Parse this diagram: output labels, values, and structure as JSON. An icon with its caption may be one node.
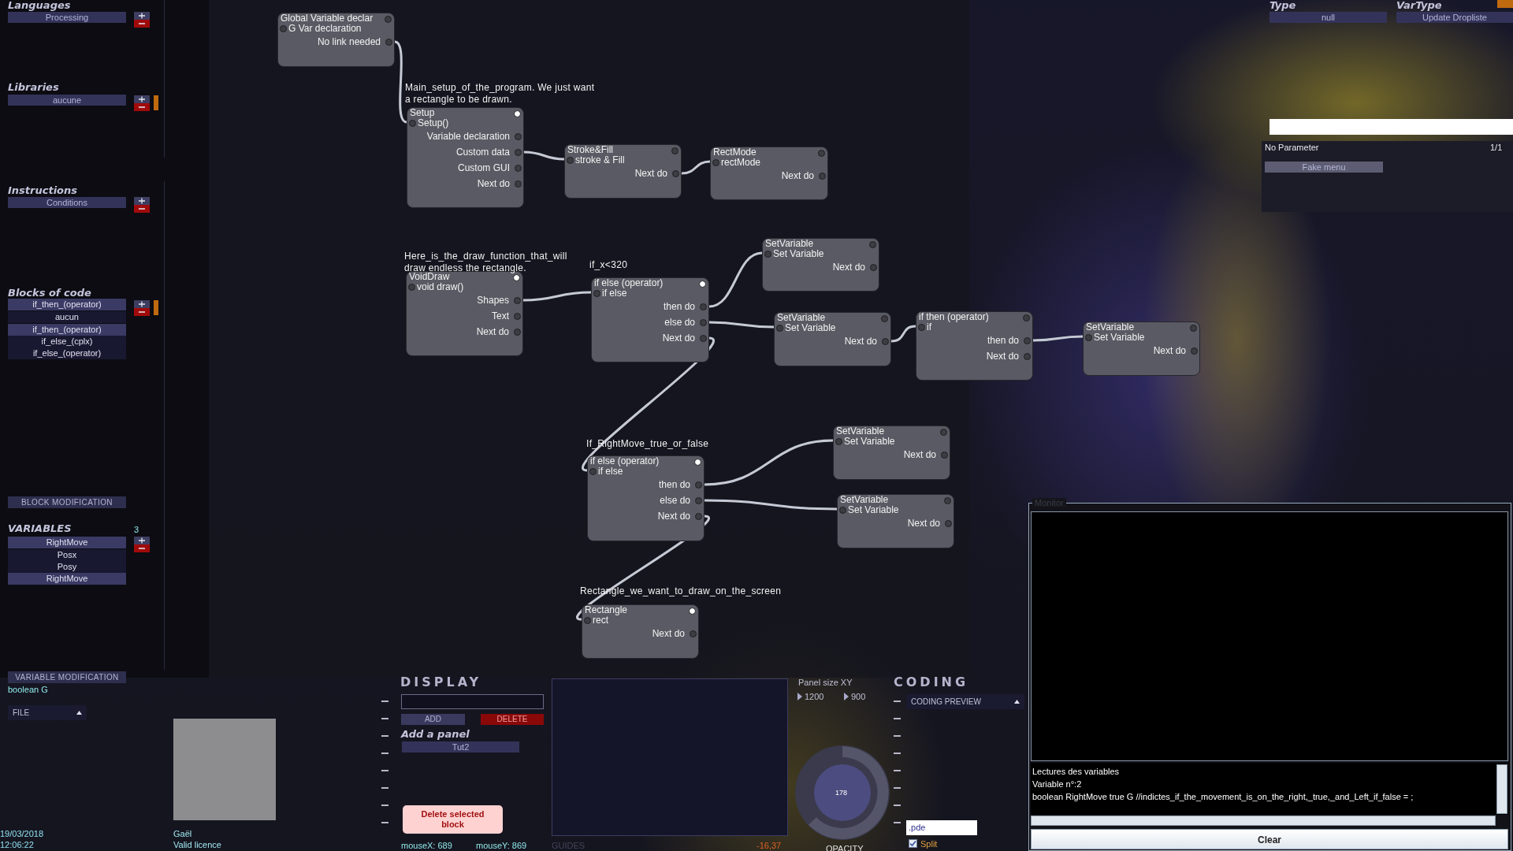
{
  "diagram": {
    "nodes": [
      {
        "text": [
          "Global Variable declar",
          "G Var declaration",
          "No link needed"
        ]
      },
      {
        "text": [
          "Setup",
          "Setup()",
          "Variable declaration",
          "Custom data",
          "Custom GUI",
          "Next do"
        ],
        "beside": [
          "Main_setup_of_the_program. We just want a rectangle to be drawn."
        ]
      },
      {
        "text": [
          "Stroke&Fill",
          "stroke & Fill",
          "Next do"
        ]
      },
      {
        "text": [
          "RectMode",
          "rectMode",
          "Next do"
        ]
      },
      {
        "text": [
          "VoidDraw",
          "void draw()",
          "Shapes",
          "Text",
          "Next do"
        ],
        "beside": [
          "Here_is_the_draw_function_that_will draw endless the rectangle."
        ]
      },
      {
        "text": [
          "if else  (operator)",
          "if else",
          "then do",
          "else do",
          "Next do"
        ],
        "beside": [
          "if_x<320"
        ]
      },
      {
        "text": [
          "SetVariable",
          "Set Variable",
          "Next do"
        ]
      },
      {
        "text": [
          "SetVariable",
          "Set Variable",
          "Next do"
        ]
      },
      {
        "text": [
          "if then  (operator)",
          "if",
          "then do",
          "Next do"
        ]
      },
      {
        "text": [
          "SetVariable",
          "Set Variable",
          "Next do"
        ]
      },
      {
        "text": [
          "if else  (operator)",
          "if else",
          "then do",
          "else do",
          "Next do"
        ],
        "beside": [
          "If_RightMove_true_or_false"
        ]
      },
      {
        "text": [
          "SetVariable",
          "Set Variable",
          "Next do"
        ]
      },
      {
        "text": [
          "SetVariable",
          "Set Variable",
          "Next do"
        ]
      },
      {
        "text": [
          "Rectangle",
          "rect",
          "Next do"
        ],
        "beside": [
          "Rectangle_we_want_to_draw_on_the_screen"
        ]
      }
    ],
    "edges": [
      {
        "from": 0,
        "to": 1,
        "arrow": "none"
      },
      {
        "from": 1,
        "to": 2,
        "arrow": "none"
      },
      {
        "from": 2,
        "to": 3,
        "arrow": "none"
      },
      {
        "from": 4,
        "to": 5,
        "arrow": "none"
      },
      {
        "from": 5,
        "to": 6,
        "arrow": "none"
      },
      {
        "from": 5,
        "to": 7,
        "arrow": "none"
      },
      {
        "from": 7,
        "to": 8,
        "arrow": "none"
      },
      {
        "from": 8,
        "to": 9,
        "arrow": "none"
      },
      {
        "from": 5,
        "to": 10,
        "arrow": "none"
      },
      {
        "from": 10,
        "to": 11,
        "arrow": "none"
      },
      {
        "from": 10,
        "to": 12,
        "arrow": "none"
      },
      {
        "from": 10,
        "to": 13,
        "arrow": "none"
      }
    ],
    "labels": [
      "Languages",
      "Processing",
      "Libraries",
      "aucune",
      "Instructions",
      "Conditions",
      "Blocks of code",
      "if_then_(operator)",
      "aucun",
      "if_then_(operator)",
      "if_else_(cplx)",
      "if_else_(operator)",
      "BLOCK MODIFICATION",
      "VARIABLES",
      "3",
      "RightMove",
      "Posx",
      "Posy",
      "RightMove",
      "VARIABLE MODIFICATION",
      "boolean G",
      "FILE",
      "19/03/2018",
      "12:06:22",
      "Gaël",
      "Valid licence",
      "DISPLAY",
      "ADD",
      "DELETE",
      "Add a panel",
      "Tut2",
      "Delete selected block",
      "mouseX: 689",
      "mouseY: 869",
      "GUIDES",
      "-16,37",
      "Panel size XY",
      "1200",
      "900",
      "178",
      "OPACITY",
      "CODING",
      "CODING PREVIEW",
      ".pde",
      "Split",
      "Type",
      "null",
      "VarType",
      "Update Dropliste",
      "No Parameter",
      "1/1",
      "Fake menu",
      "Monitor",
      "Lectures des variables",
      "Variable n°:2",
      "boolean RightMove true G //indictes_if_the_movement_is_on_the_right,_true,_and_Left_if_false = ;",
      "Clear"
    ]
  }
}
